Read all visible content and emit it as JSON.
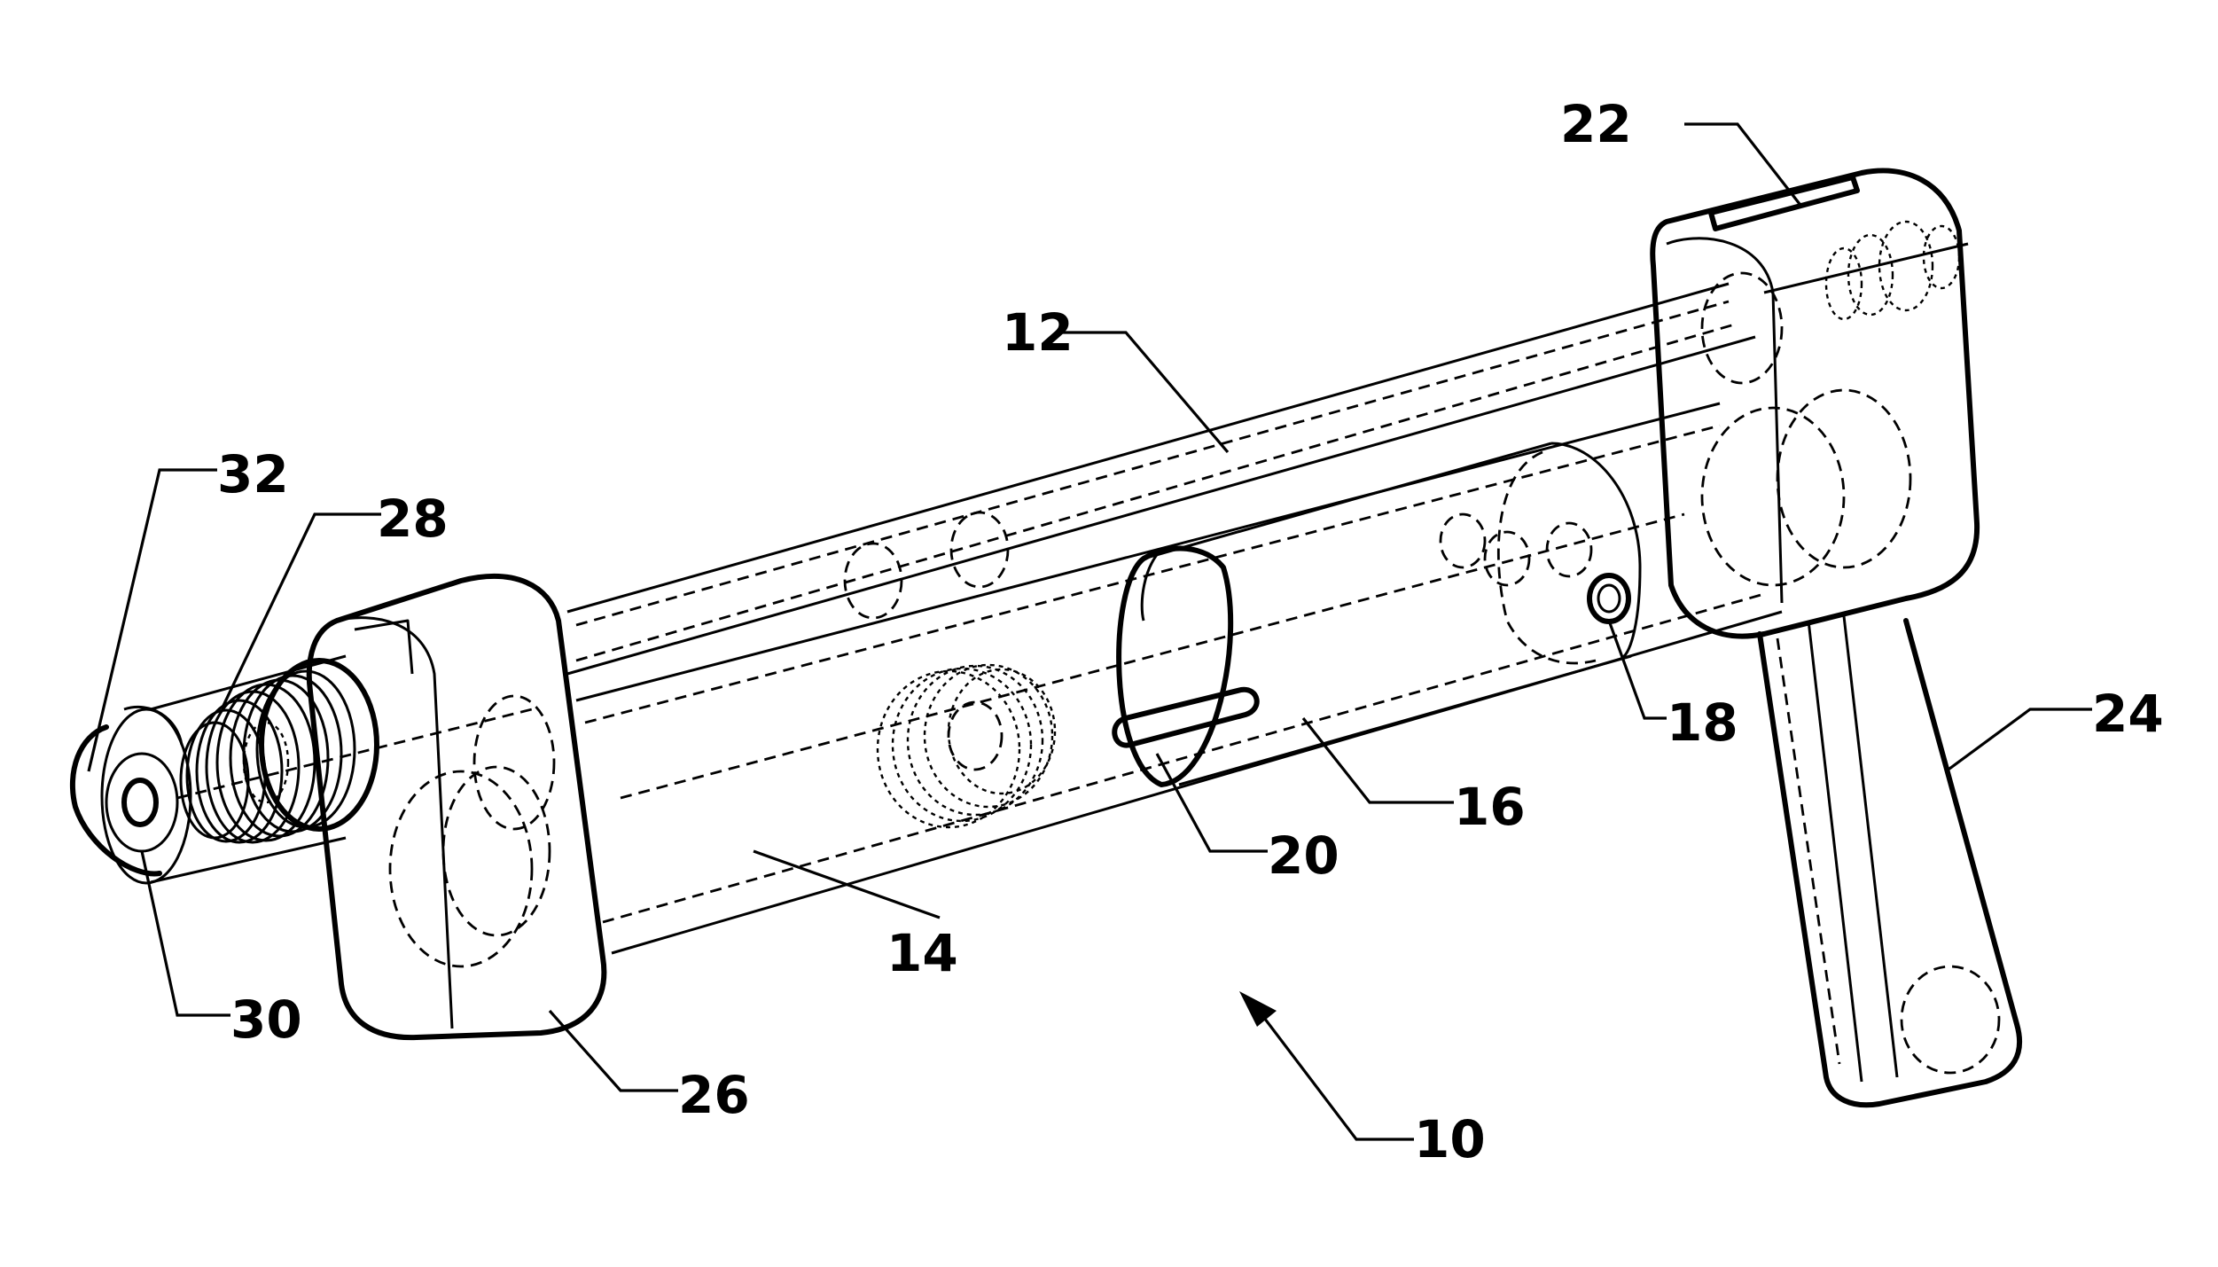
{
  "labels": {
    "n10": "10",
    "n12": "12",
    "n14": "14",
    "n16": "16",
    "n18": "18",
    "n20": "20",
    "n22": "22",
    "n24": "24",
    "n26": "26",
    "n28": "28",
    "n30": "30",
    "n32": "32"
  },
  "colors": {
    "ink": "#000000",
    "paper": "#ffffff"
  }
}
